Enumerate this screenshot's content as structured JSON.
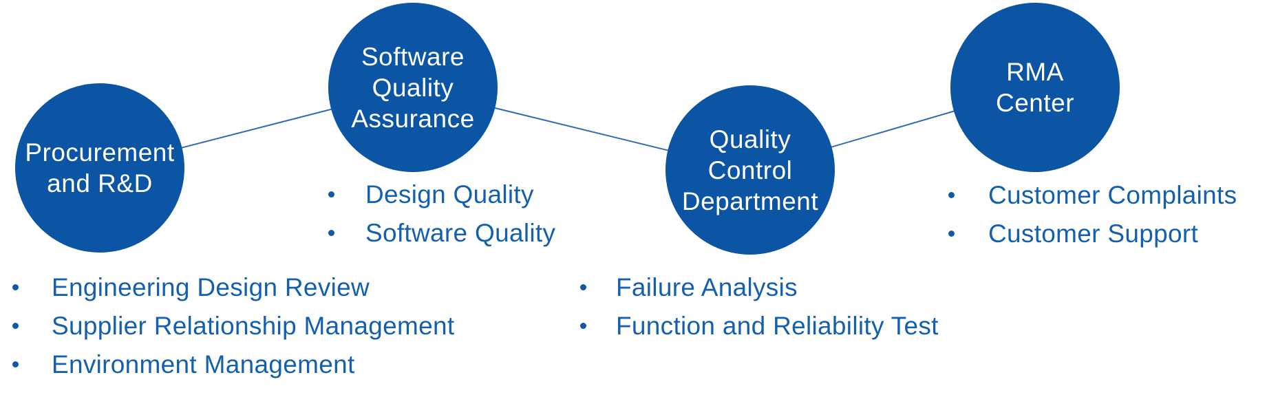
{
  "canvas": {
    "background": "#FFFFFF"
  },
  "colors": {
    "node_fill": "#0C55A5",
    "node_text": "#FFFFFF",
    "connector_line": "#2E6CB5",
    "list_text": "#1460AF",
    "bullet": "#1257A8"
  },
  "nodes": [
    {
      "id": "procurement-rnd",
      "label": "Procurement\nand R&D"
    },
    {
      "id": "software-quality-assurance",
      "label": "Software\nQuality\nAssurance"
    },
    {
      "id": "quality-control-department",
      "label": "Quality\nControl\nDepartment"
    },
    {
      "id": "rma-center",
      "label": "RMA\nCenter"
    }
  ],
  "lists": {
    "procurement": {
      "items": [
        "Engineering Design Review",
        "Supplier Relationship Management",
        "Environment Management"
      ]
    },
    "software_quality_assurance": {
      "items": [
        "Design Quality",
        "Software Quality"
      ]
    },
    "quality_control": {
      "items": [
        "Failure Analysis",
        "Function and Reliability Test"
      ]
    },
    "rma": {
      "items": [
        "Customer Complaints",
        "Customer Support"
      ]
    }
  }
}
